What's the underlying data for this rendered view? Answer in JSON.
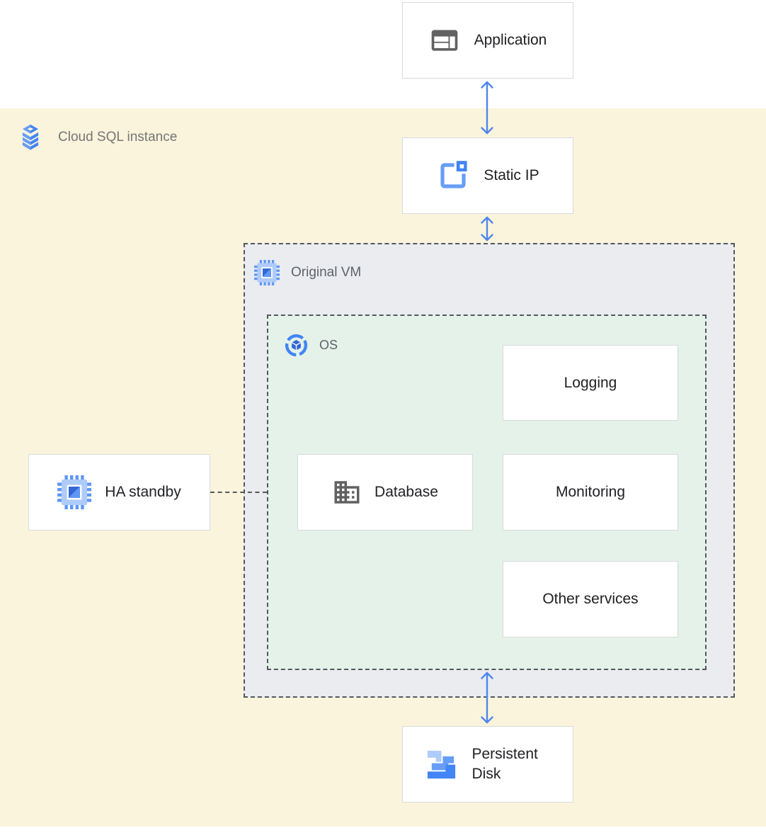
{
  "diagram": {
    "regions": {
      "cloud_sql": {
        "label": "Cloud SQL instance",
        "icon": "cloud-sql-icon"
      },
      "original_vm": {
        "label": "Original VM",
        "icon": "compute-engine-icon"
      },
      "os": {
        "label": "OS",
        "icon": "os-image-icon"
      }
    },
    "nodes": {
      "application": {
        "label": "Application",
        "icon": "web-app-icon"
      },
      "static_ip": {
        "label": "Static IP",
        "icon": "static-ip-icon"
      },
      "ha_standby": {
        "label": "HA standby",
        "icon": "compute-engine-icon"
      },
      "database": {
        "label": "Database",
        "icon": "building-icon"
      },
      "logging": {
        "label": "Logging"
      },
      "monitoring": {
        "label": "Monitoring"
      },
      "other_services": {
        "label": "Other services"
      },
      "persistent_disk": {
        "label": "Persistent Disk",
        "icon": "persistent-disk-icon"
      }
    },
    "connections": [
      "Application <-> Static IP",
      "Static IP <-> Original VM",
      "HA standby -- OS (dashed)",
      "OS <-> Persistent Disk"
    ],
    "colors": {
      "cloud_sql_region_bg": "#FBF4DC",
      "vm_region_bg": "#EAECEF",
      "os_region_bg": "#E4F2E9",
      "node_border": "#D8DADD",
      "dashed_border": "#55585C",
      "arrow": "#4E86EC",
      "node_label": "#202124",
      "region_label": "#757575",
      "icon_gray": "#616161",
      "icon_blue": "#4285F4",
      "icon_blue_medium": "#669DF6",
      "icon_blue_light": "#AECBFA",
      "icon_blue_dark": "#3367D6"
    }
  }
}
